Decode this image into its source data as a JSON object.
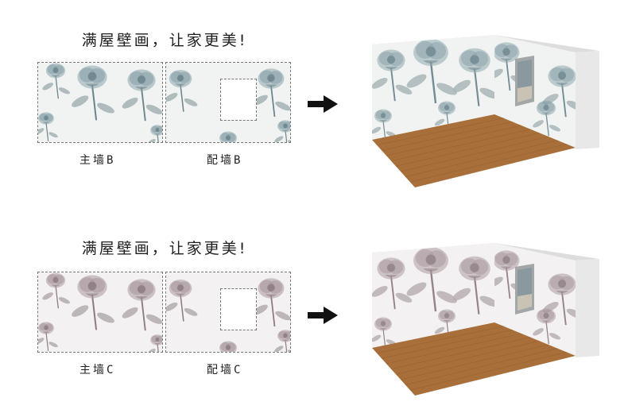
{
  "rows": [
    {
      "headline": "满屋壁画，让家更美!",
      "main_caption": "主墙B",
      "side_caption": "配墙B",
      "theme": "blue-gray rose",
      "colors": {
        "petal": "#7f9aa3",
        "petal_dark": "#55707a",
        "leaf": "#a9b6b9",
        "stem": "#5f7a83",
        "bg": "#f1f3f2"
      }
    },
    {
      "headline": "满屋壁画，让家更美!",
      "main_caption": "主墙C",
      "side_caption": "配墙C",
      "theme": "mauve rose",
      "colors": {
        "petal": "#a28f96",
        "petal_dark": "#7b6670",
        "leaf": "#b8b0b3",
        "stem": "#857078",
        "bg": "#f3f1f1"
      }
    }
  ],
  "icons": {
    "arrow": "arrow-right-icon"
  },
  "floor_color": "#a86f3a"
}
